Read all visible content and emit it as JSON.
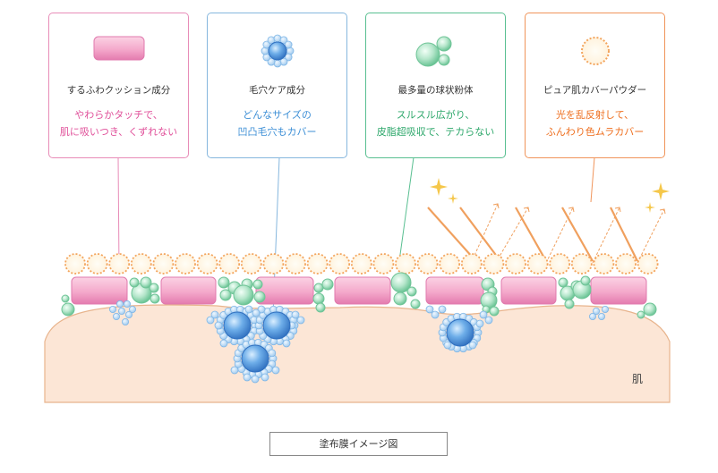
{
  "callouts": [
    {
      "title": "するふわクッション成分",
      "desc_line1": "やわらかタッチで、",
      "desc_line2": "肌に吸いつき、くずれない",
      "icon": "pink-cushion-icon",
      "color": "#e0509a"
    },
    {
      "title": "毛穴ケア成分",
      "desc_line1": "どんなサイズの",
      "desc_line2": "凹凸毛穴もカバー",
      "icon": "blue-bead-cluster-icon",
      "color": "#3d8fd6"
    },
    {
      "title": "最多量の球状粉体",
      "desc_line1": "スルスル広がり、",
      "desc_line2": "皮脂超吸収で、テカらない",
      "icon": "green-spheres-icon",
      "color": "#2fa86c"
    },
    {
      "title": "ピュア肌カバーパウダー",
      "desc_line1": "光を乱反射して、",
      "desc_line2": "ふんわり色ムラカバー",
      "icon": "orange-dotted-circle-icon",
      "color": "#ee6e1e"
    }
  ],
  "skin_label": "肌",
  "caption": "塗布膜イメージ図",
  "colors": {
    "skin": "#fce6d6",
    "skin_edge": "#e9b894",
    "cushion": "#f2a6c8",
    "pore_bead": "#4a8fd9",
    "sphere": "#8fd6b0",
    "powder": "#f3a45c"
  }
}
